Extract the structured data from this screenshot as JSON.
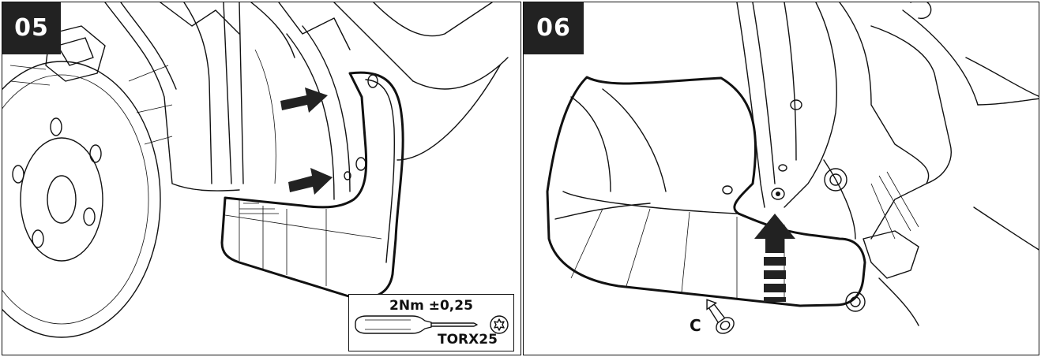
{
  "steps": [
    {
      "number": "05",
      "torque_spec": "2Nm ±0,25",
      "tool": "TORX25"
    },
    {
      "number": "06",
      "part_label": "C"
    }
  ],
  "colors": {
    "badge_background": "#222222",
    "badge_text": "#ffffff",
    "line_art": "#111111",
    "arrow_fill": "#222222"
  },
  "icons": [
    "screwdriver-icon",
    "torx-bit-icon",
    "push-arrow-icon",
    "rivet-clip-icon",
    "assembly-arrow-icon"
  ]
}
